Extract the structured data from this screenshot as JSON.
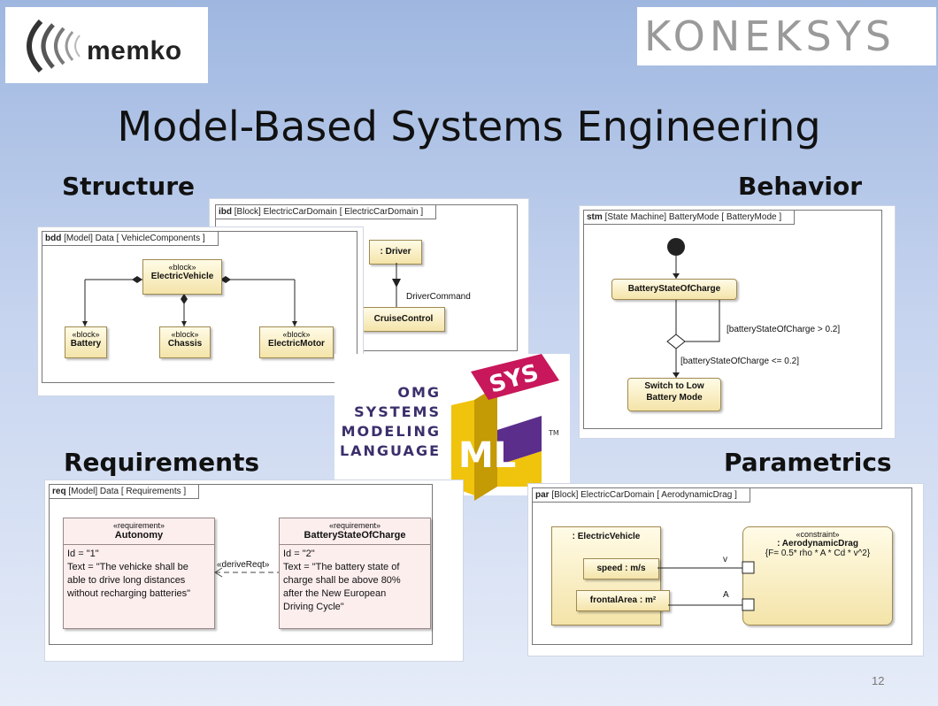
{
  "slide": {
    "title": "Model-Based Systems Engineering",
    "page_number": "12"
  },
  "logos": {
    "left": "memko",
    "right": "KONEKSYS"
  },
  "sections": {
    "structure": "Structure",
    "behavior": "Behavior",
    "requirements": "Requirements",
    "parametrics": "Parametrics"
  },
  "ibd": {
    "kind": "ibd",
    "header": "[Block] ElectricCarDomain [ ElectricCarDomain ]",
    "driver": ": Driver",
    "connector_label": "DriverCommand",
    "cruise": "CruiseControl"
  },
  "bdd": {
    "kind": "bdd",
    "header": "[Model] Data [ VehicleComponents ]",
    "stereotype": "«block»",
    "parent": "ElectricVehicle",
    "battery": "Battery",
    "chassis": "Chassis",
    "motor": "ElectricMotor"
  },
  "stm": {
    "kind": "stm",
    "header": "[State Machine] BatteryMode [ BatteryMode ]",
    "state1": "BatteryStateOfCharge",
    "state2_line1": "Switch to Low",
    "state2_line2": "Battery Mode",
    "guard_loop": "[batteryStateOfCharge > 0.2]",
    "guard_exit": "[batteryStateOfCharge <= 0.2]"
  },
  "sysml": {
    "omg": "OMG",
    "systems": "SYSTEMS",
    "modeling": "MODELING",
    "language": "LANGUAGE",
    "sys": "SYS",
    "ml": "ML",
    "tm": "TM",
    "colors": {
      "yellow": "#f0c30d",
      "purple": "#5b2e8c",
      "red": "#c8175a"
    }
  },
  "req": {
    "kind": "req",
    "header": "[Model] Data [ Requirements ]",
    "stereotype": "«requirement»",
    "r1": {
      "name": "Autonomy",
      "id": "Id = \"1\"",
      "text_lines": [
        "Text = \"The vehicke shall be",
        "able to drive long distances",
        "without recharging batteries\""
      ]
    },
    "r2": {
      "name": "BatteryStateOfCharge",
      "id": "Id = \"2\"",
      "text_lines": [
        "Text = \"The battery state of",
        "charge shall be above 80%",
        "after the New European",
        "Driving Cycle\""
      ]
    },
    "relation": "«deriveReqt»"
  },
  "par": {
    "kind": "par",
    "header": "[Block] ElectricCarDomain [ AerodynamicDrag ]",
    "vehicle": ": ElectricVehicle",
    "speed": "speed : m/s",
    "area": "frontalArea : m²",
    "constraint_stereotype": "«constraint»",
    "constraint_name": ": AerodynamicDrag",
    "equation": "{F= 0.5* rho * A * Cd * v^2}",
    "port_v": "v",
    "port_a": "A"
  }
}
